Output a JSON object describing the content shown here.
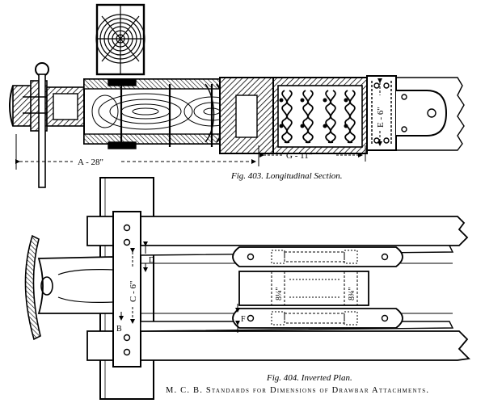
{
  "figures": {
    "fig403": {
      "number": "Fig. 403.",
      "title": "Longitudinal Section."
    },
    "fig404": {
      "number": "Fig. 404.",
      "title": "Inverted Plan."
    }
  },
  "plate_title": "M. C. B. Standards for Dimensions of Drawbar Attachments.",
  "dimensions": {
    "a": "A - 28\"",
    "g": "G - 11\"",
    "e": "E - 6\"",
    "c": "C - 6\"",
    "d": "D",
    "f": "F",
    "b": "B",
    "cell_left": "8¼\"",
    "cell_right": "8¾\""
  }
}
